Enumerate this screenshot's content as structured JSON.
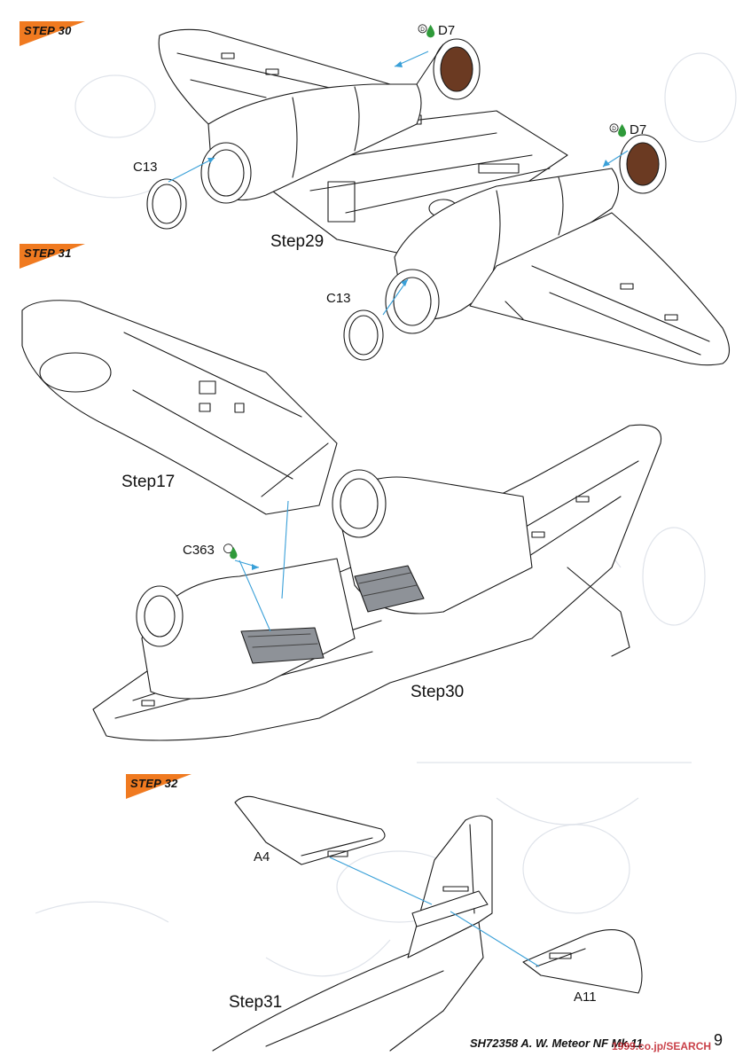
{
  "steps": [
    {
      "label": "STEP 30"
    },
    {
      "label": "STEP 31"
    },
    {
      "label": "STEP 32"
    }
  ],
  "parts": {
    "d7_top": "D7",
    "d7_right": "D7",
    "c13_left": "C13",
    "c13_right": "C13",
    "c363": "C363",
    "a4": "A4",
    "a11": "A11"
  },
  "paint_code": "D",
  "refs": {
    "step29": "Step29",
    "step17": "Step17",
    "step30": "Step30",
    "step31": "Step31"
  },
  "footer": {
    "title": "SH72358 A. W. Meteor NF Mk.11",
    "page": "9",
    "watermark": "1999.co.jp/SEARCH"
  },
  "colors": {
    "banner_orange": "#f07a20",
    "guide_line": "#3aa0d8",
    "line": "#1a1a1a",
    "nozzle_brown": "#6b3a22",
    "part_grey": "#8e9298",
    "paint_green": "#2f9a3a"
  }
}
